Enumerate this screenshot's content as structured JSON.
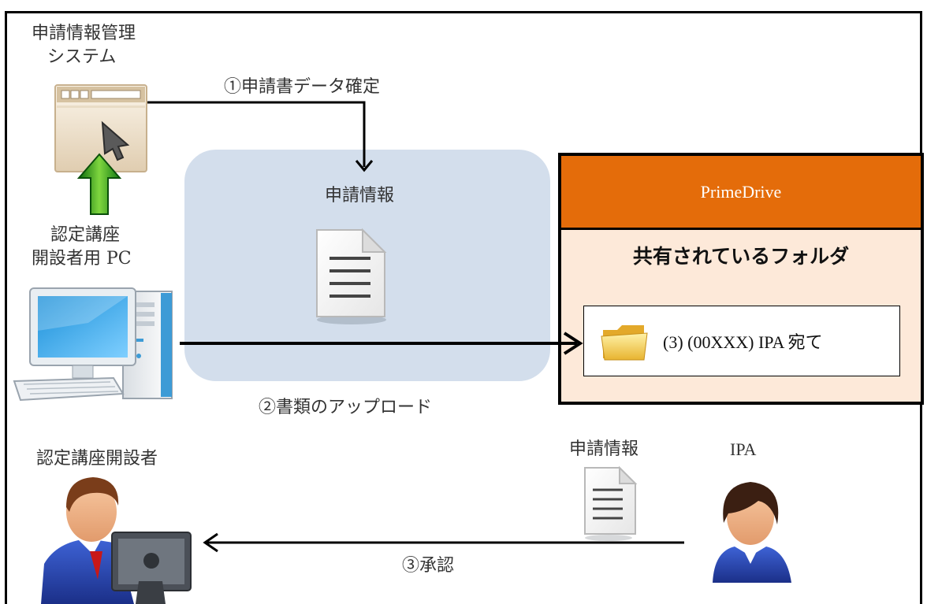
{
  "system": {
    "name_line1": "申請情報管理",
    "name_line2": "システム"
  },
  "pc": {
    "label_line1": "認定講座",
    "label_line2": "開設者用 PC"
  },
  "steps": {
    "step1": "①申請書データ確定",
    "step2": "②書類のアップロード",
    "step3": "③承認"
  },
  "application_info_label": "申請情報",
  "application_info_label_small": "申請情報",
  "prime_drive": {
    "title": "PrimeDrive",
    "shared_folder_label": "共有されているフォルダ",
    "folder_name": "(3) (00XXX) IPA 宛て"
  },
  "actors": {
    "course_provider": "認定講座開設者",
    "ipa": "IPA"
  },
  "colors": {
    "frame": "#000000",
    "upload_area": "#d3deec",
    "prime_drive_header": "#e46c0a",
    "prime_drive_body": "#fde9d9",
    "upload_arrow": "#2a9a1a"
  },
  "icons": [
    "browser-window-icon",
    "cursor-icon",
    "up-arrow-icon",
    "desktop-pc-icon",
    "document-icon",
    "folder-icon",
    "user-at-computer-icon",
    "ipa-user-icon"
  ]
}
